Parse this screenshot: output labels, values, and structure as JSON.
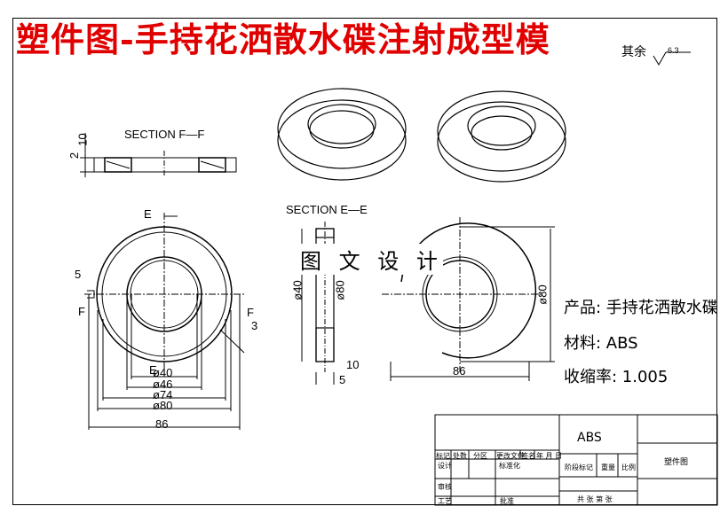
{
  "title": "塑件图-手持花洒散水碟注射成型模",
  "roughness": "其余",
  "roughness_value": "6.3",
  "section_ff": "SECTION F—F",
  "section_ee": "SECTION E—E",
  "watermark": "图 文 设 计",
  "labels": {
    "e1": "E",
    "e2": "E",
    "f1": "F",
    "f2": "F"
  },
  "dims": {
    "d40": "ø40",
    "d46": "ø46",
    "d74": "ø74",
    "d80": "ø80",
    "w86": "86",
    "d5": "5",
    "d3": "3",
    "d10": "10",
    "d2": "2",
    "e_d40": "ø40",
    "e_d80": "ø80",
    "e_10": "10",
    "e_5": "5",
    "r_d80": "ø80",
    "r_86": "86"
  },
  "spec": {
    "product": "产品: 手持花洒散水碟",
    "material": "材料: ABS",
    "shrink": "收缩率: 1.005"
  },
  "title_block": {
    "material": "ABS",
    "drawing_name": "塑件图",
    "marks": "标记",
    "count": "处数",
    "zone": "分区",
    "change_doc": "更改文件",
    "sign": "签名",
    "date": "年 月 日",
    "design": "设计",
    "standard": "标准化",
    "stage": "阶段标记",
    "weight": "重量",
    "ratio": "比例",
    "check": "审核",
    "process": "工艺",
    "approve": "批准",
    "sheets": "共 张 第 张"
  }
}
